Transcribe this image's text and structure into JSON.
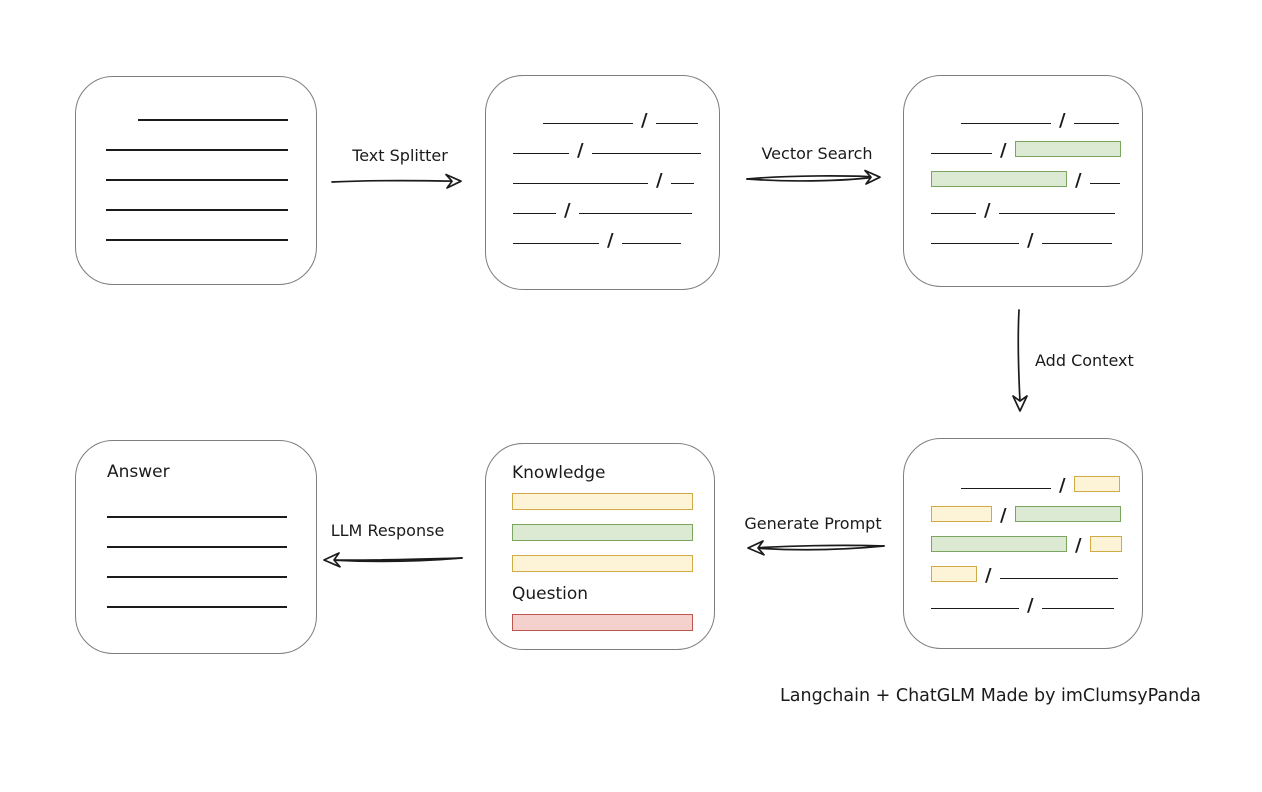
{
  "caption": "Langchain + ChatGLM Made by imClumsyPanda",
  "arrows": {
    "text_splitter": {
      "label": "Text Splitter",
      "direction": "right"
    },
    "vector_search": {
      "label": "Vector Search",
      "direction": "right"
    },
    "add_context": {
      "label": "Add Context",
      "direction": "down"
    },
    "generate_prompt": {
      "label": "Generate Prompt",
      "direction": "left"
    },
    "llm_response": {
      "label": "LLM Response",
      "direction": "left"
    }
  },
  "colors": {
    "canvas_bg": "#ffffff",
    "box_border": "#7e7e7e",
    "stroke": "#1b1b1b",
    "green_fill": "#dcead3",
    "green_border": "#7ca55f",
    "yellow_fill": "#fdf3d7",
    "yellow_border": "#d1ab45",
    "red_fill": "#f5d1cd",
    "red_border": "#bd564e"
  },
  "boxes": {
    "document": {
      "lines": [
        {
          "indent": 32,
          "width": 150
        },
        {
          "indent": 0,
          "width": 182
        },
        {
          "indent": 0,
          "width": 182
        },
        {
          "indent": 0,
          "width": 182
        },
        {
          "indent": 0,
          "width": 182
        }
      ]
    },
    "chunks": {
      "rows": [
        {
          "indent": 30,
          "segments": [
            {
              "kind": "line",
              "width": 90
            },
            {
              "kind": "slash"
            },
            {
              "kind": "line",
              "width": 42
            }
          ]
        },
        {
          "indent": 0,
          "segments": [
            {
              "kind": "line",
              "width": 56
            },
            {
              "kind": "slash"
            },
            {
              "kind": "line",
              "width": 109
            }
          ]
        },
        {
          "indent": 0,
          "segments": [
            {
              "kind": "line",
              "width": 135
            },
            {
              "kind": "slash"
            },
            {
              "kind": "line",
              "width": 23
            }
          ]
        },
        {
          "indent": 0,
          "segments": [
            {
              "kind": "line",
              "width": 43
            },
            {
              "kind": "slash"
            },
            {
              "kind": "line",
              "width": 113
            }
          ]
        },
        {
          "indent": 0,
          "segments": [
            {
              "kind": "line",
              "width": 86
            },
            {
              "kind": "slash"
            },
            {
              "kind": "line",
              "width": 59
            }
          ]
        }
      ]
    },
    "search_results": {
      "rows": [
        {
          "indent": 30,
          "segments": [
            {
              "kind": "line",
              "width": 90
            },
            {
              "kind": "slash"
            },
            {
              "kind": "line",
              "width": 45
            }
          ]
        },
        {
          "indent": 0,
          "segments": [
            {
              "kind": "line",
              "width": 61
            },
            {
              "kind": "slash"
            },
            {
              "kind": "green",
              "width": 104
            }
          ]
        },
        {
          "indent": 0,
          "segments": [
            {
              "kind": "green",
              "width": 134
            },
            {
              "kind": "slash"
            },
            {
              "kind": "line",
              "width": 30
            }
          ]
        },
        {
          "indent": 0,
          "segments": [
            {
              "kind": "line",
              "width": 45
            },
            {
              "kind": "slash"
            },
            {
              "kind": "line",
              "width": 116
            }
          ]
        },
        {
          "indent": 0,
          "segments": [
            {
              "kind": "line",
              "width": 88
            },
            {
              "kind": "slash"
            },
            {
              "kind": "line",
              "width": 70
            }
          ]
        }
      ]
    },
    "context": {
      "rows": [
        {
          "indent": 30,
          "segments": [
            {
              "kind": "line",
              "width": 90
            },
            {
              "kind": "slash"
            },
            {
              "kind": "yellow",
              "width": 44
            }
          ]
        },
        {
          "indent": 0,
          "segments": [
            {
              "kind": "yellow",
              "width": 59
            },
            {
              "kind": "slash"
            },
            {
              "kind": "green",
              "width": 104
            }
          ]
        },
        {
          "indent": 0,
          "segments": [
            {
              "kind": "green",
              "width": 134
            },
            {
              "kind": "slash"
            },
            {
              "kind": "yellow",
              "width": 30
            }
          ]
        },
        {
          "indent": 0,
          "segments": [
            {
              "kind": "yellow",
              "width": 44
            },
            {
              "kind": "slash"
            },
            {
              "kind": "line",
              "width": 118
            }
          ]
        },
        {
          "indent": 0,
          "segments": [
            {
              "kind": "line",
              "width": 88
            },
            {
              "kind": "slash"
            },
            {
              "kind": "line",
              "width": 72
            }
          ]
        }
      ]
    },
    "prompt": {
      "knowledge_label": "Knowledge",
      "question_label": "Question",
      "knowledge_bars": [
        {
          "kind": "yellow",
          "width": 179
        },
        {
          "kind": "green",
          "width": 179
        },
        {
          "kind": "yellow",
          "width": 179
        }
      ],
      "question_bars": [
        {
          "kind": "red",
          "width": 179
        }
      ]
    },
    "answer": {
      "label": "Answer",
      "lines": [
        {
          "indent": 0,
          "width": 180
        },
        {
          "indent": 0,
          "width": 180
        },
        {
          "indent": 0,
          "width": 180
        },
        {
          "indent": 0,
          "width": 180
        }
      ]
    }
  }
}
